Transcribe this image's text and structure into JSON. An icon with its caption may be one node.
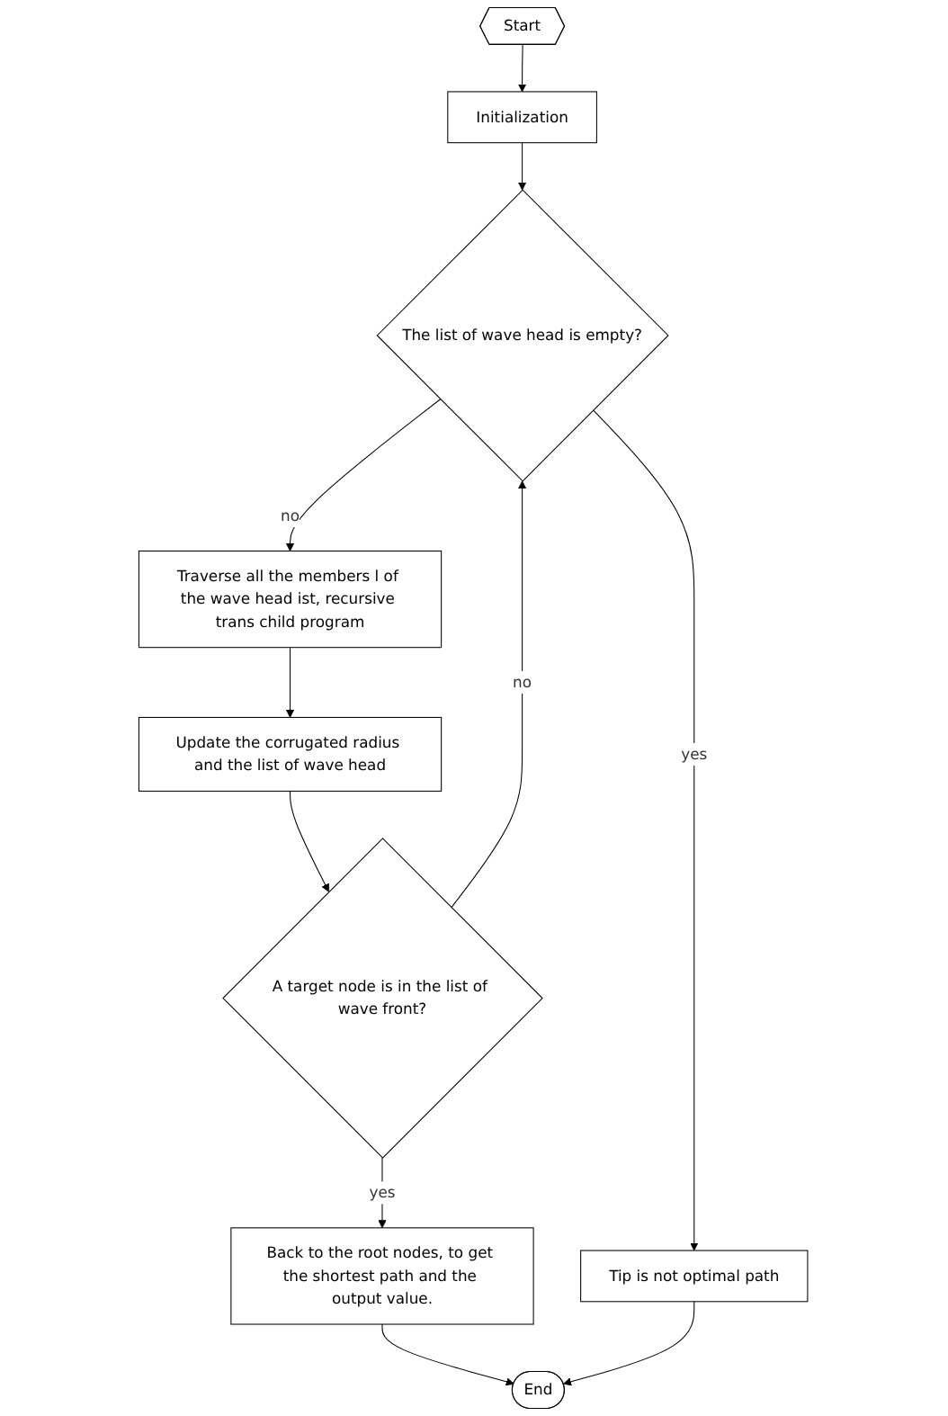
{
  "diagram": {
    "nodes": [
      {
        "text": [
          "Start"
        ]
      },
      {
        "text": [
          "Initialization"
        ]
      },
      {
        "text": [
          "The list of wave head is empty?"
        ]
      },
      {
        "text": [
          "Traverse all the members l of the wave head ist, recursive trans child program"
        ]
      },
      {
        "text": [
          "Update the corrugated radius and the list of wave head"
        ]
      },
      {
        "text": [
          "A target node is in the list of wave front?"
        ]
      },
      {
        "text": [
          "Back to the root nodes, to get the shortest path and the output value."
        ]
      },
      {
        "text": [
          "Tip is not optimal path"
        ]
      },
      {
        "text": [
          "End"
        ]
      }
    ],
    "edges": [
      {
        "from": 0,
        "to": 1,
        "arrow": "to"
      },
      {
        "from": 1,
        "to": 2,
        "arrow": "to"
      },
      {
        "from": 2,
        "to": 3,
        "arrow": "to",
        "label": "no"
      },
      {
        "from": 3,
        "to": 4,
        "arrow": "to"
      },
      {
        "from": 4,
        "to": 5,
        "arrow": "to"
      },
      {
        "from": 5,
        "to": 2,
        "arrow": "to",
        "label": "no"
      },
      {
        "from": 5,
        "to": 6,
        "arrow": "to",
        "label": "yes"
      },
      {
        "from": 2,
        "to": 7,
        "arrow": "to",
        "label": "yes"
      },
      {
        "from": 6,
        "to": 8,
        "arrow": "to"
      },
      {
        "from": 7,
        "to": 8,
        "arrow": "to"
      }
    ]
  }
}
